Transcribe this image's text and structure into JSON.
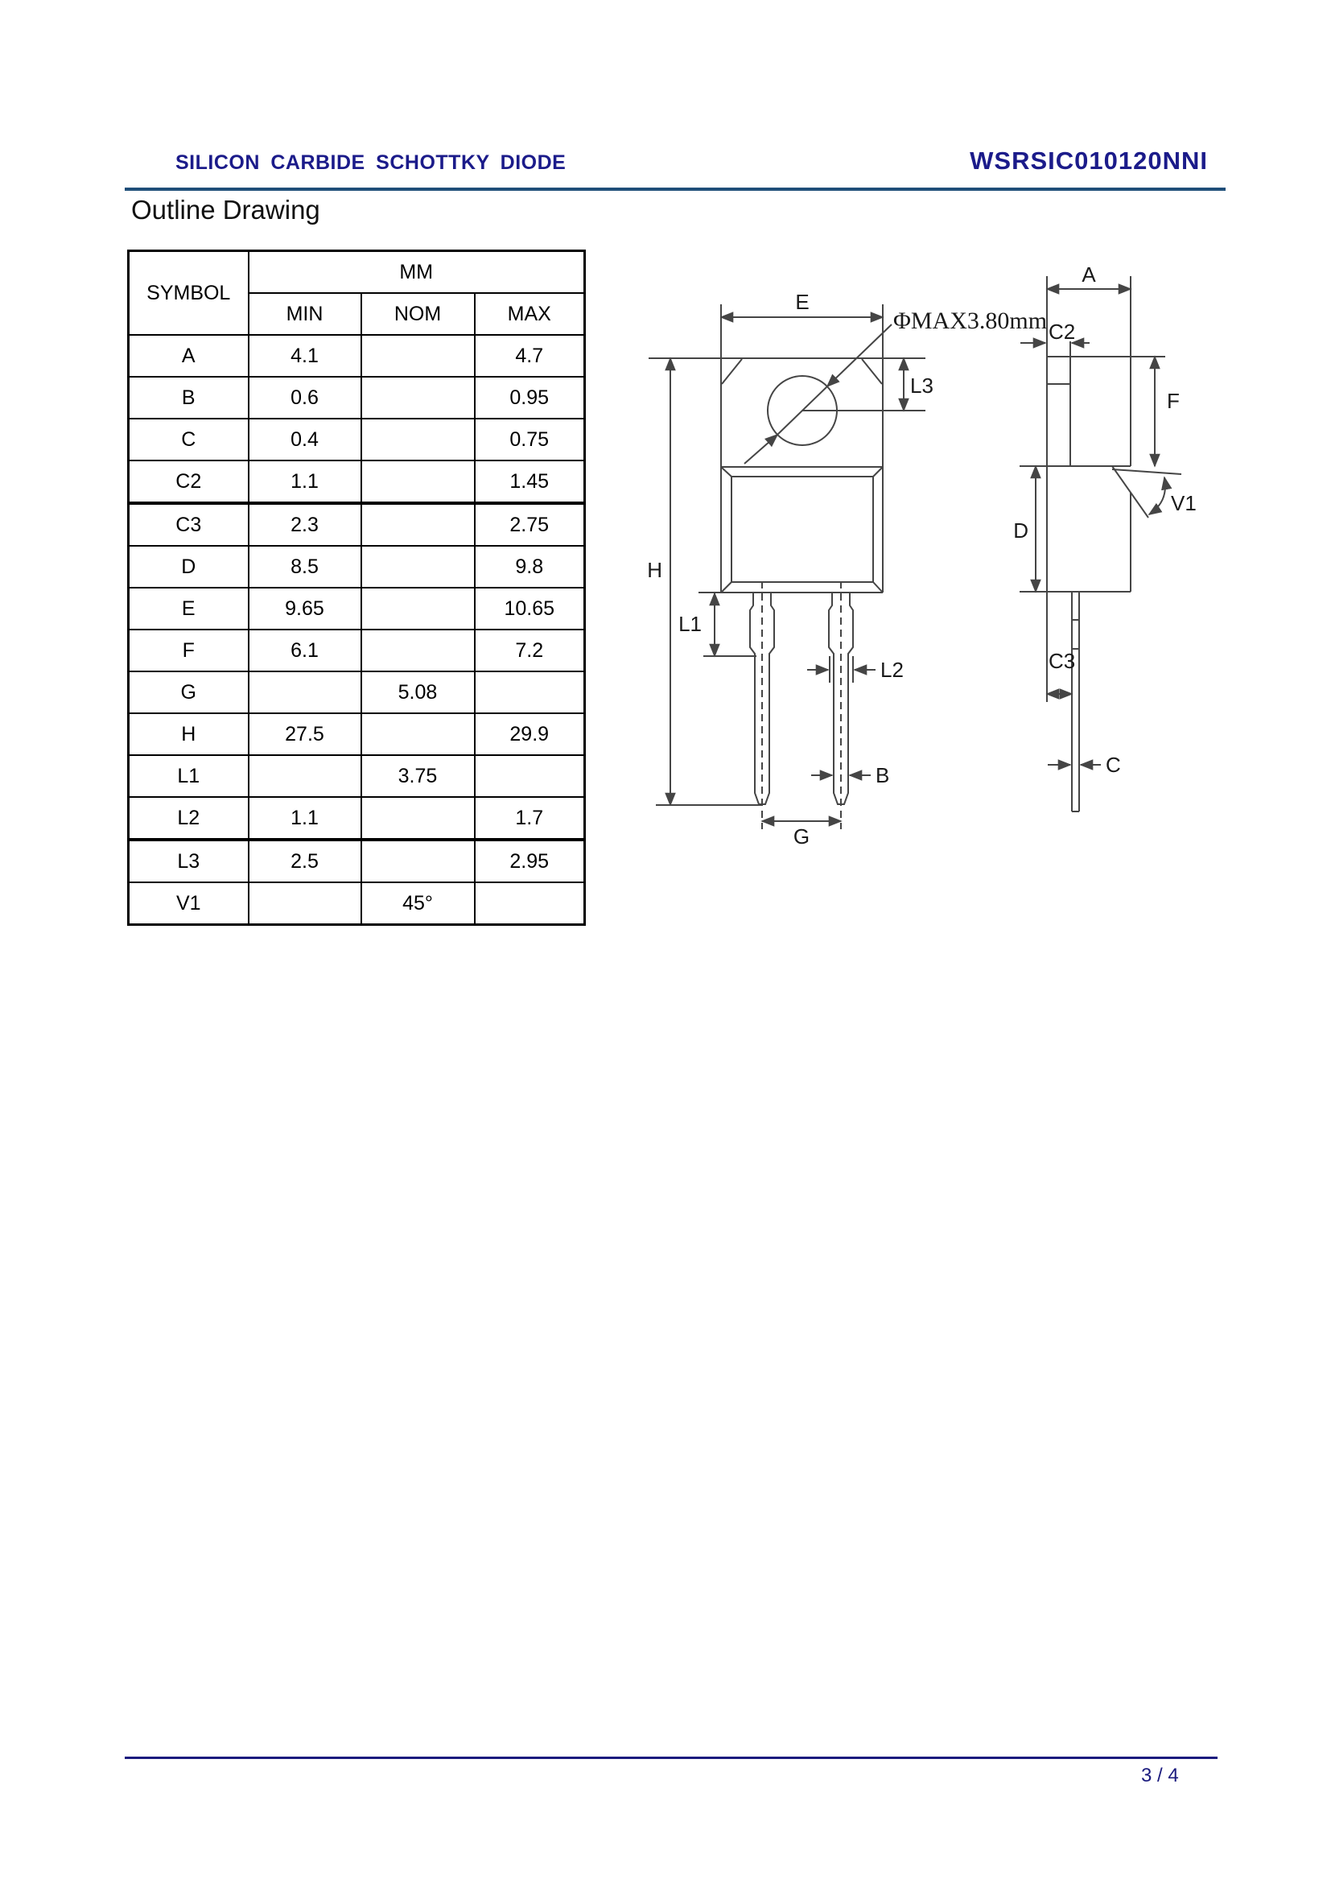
{
  "header": {
    "title": "SILICON CARBIDE SCHOTTKY DIODE",
    "part_number": "WSRSIC010120NNI",
    "rule_color": "#1f4e79",
    "text_color": "#1b1b8a"
  },
  "section": {
    "title": "Outline Drawing"
  },
  "dimension_table": {
    "symbol_header": "SYMBOL",
    "unit_header": "MM",
    "columns": [
      "MIN",
      "NOM",
      "MAX"
    ],
    "rows": [
      {
        "symbol": "A",
        "min": "4.1",
        "nom": "",
        "max": "4.7"
      },
      {
        "symbol": "B",
        "min": "0.6",
        "nom": "",
        "max": "0.95"
      },
      {
        "symbol": "C",
        "min": "0.4",
        "nom": "",
        "max": "0.75"
      },
      {
        "symbol": "C2",
        "min": "1.1",
        "nom": "",
        "max": "1.45"
      },
      {
        "symbol": "C3",
        "min": "2.3",
        "nom": "",
        "max": "2.75"
      },
      {
        "symbol": "D",
        "min": "8.5",
        "nom": "",
        "max": "9.8"
      },
      {
        "symbol": "E",
        "min": "9.65",
        "nom": "",
        "max": "10.65"
      },
      {
        "symbol": "F",
        "min": "6.1",
        "nom": "",
        "max": "7.2"
      },
      {
        "symbol": "G",
        "min": "",
        "nom": "5.08",
        "max": ""
      },
      {
        "symbol": "H",
        "min": "27.5",
        "nom": "",
        "max": "29.9"
      },
      {
        "symbol": "L1",
        "min": "",
        "nom": "3.75",
        "max": ""
      },
      {
        "symbol": "L2",
        "min": "1.1",
        "nom": "",
        "max": "1.7"
      },
      {
        "symbol": "L3",
        "min": "2.5",
        "nom": "",
        "max": "2.95"
      },
      {
        "symbol": "V1",
        "min": "",
        "nom": "45°",
        "max": ""
      }
    ]
  },
  "outline_drawing": {
    "front_view_labels": {
      "e": "E",
      "hole_diameter": "ΦMAX3.80mm",
      "l3": "L3",
      "h": "H",
      "l1": "L1",
      "l2": "L2",
      "b": "B",
      "g": "G"
    },
    "side_view_labels": {
      "a": "A",
      "c2": "C2",
      "f": "F",
      "v1": "V1",
      "d": "D",
      "c3": "C3",
      "c": "C"
    }
  },
  "footer": {
    "page_number": "3 / 4"
  }
}
